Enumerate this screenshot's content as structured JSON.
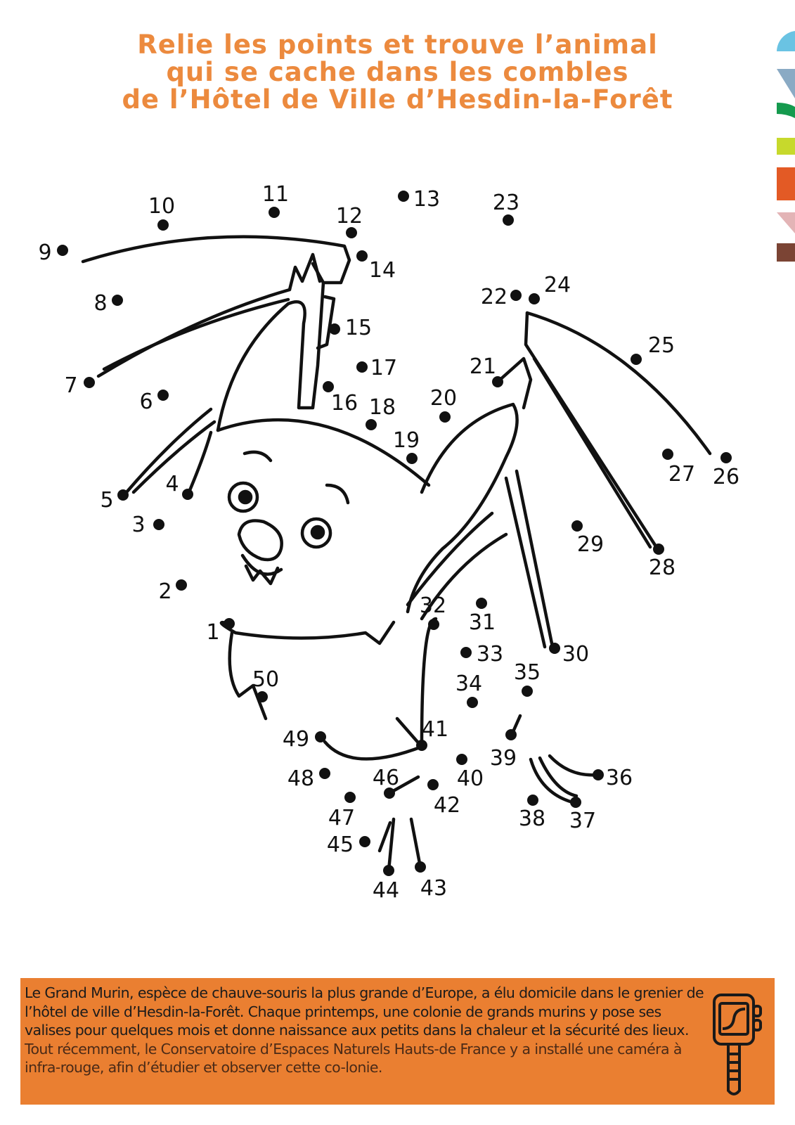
{
  "title": {
    "lines": [
      "Relie les points et trouve l’animal",
      "qui se cache dans les combles",
      "de l’Hôtel de Ville d’Hesdin-la-Forêt"
    ],
    "color": "#ec8a3e"
  },
  "side_tabs": {
    "colors": [
      "#6ac3e3",
      "#8aaac4",
      "#159a4e",
      "#c7d92c",
      "#e35a25",
      "#e3b4b6",
      "#7b4434"
    ]
  },
  "puzzle": {
    "dot_labels": [
      "1",
      "2",
      "3",
      "4",
      "5",
      "6",
      "7",
      "8",
      "9",
      "10",
      "11",
      "12",
      "13",
      "14",
      "15",
      "16",
      "17",
      "18",
      "19",
      "20",
      "21",
      "22",
      "23",
      "24",
      "25",
      "26",
      "27",
      "28",
      "29",
      "30",
      "31",
      "32",
      "33",
      "34",
      "35",
      "36",
      "37",
      "38",
      "39",
      "40",
      "41",
      "42",
      "43",
      "44",
      "45",
      "46",
      "47",
      "48",
      "49",
      "50"
    ]
  },
  "info_box": {
    "text_part1": "Le Grand Murin, espèce de chauve-souris la plus grande d’Europe, a élu domicile dans le grenier de l’hôtel de ville d’Hesdin-la-Forêt. Chaque printemps, une colonie de grands murins y pose ses valises pour quelques mois et donne naissance aux petits dans la chaleur et la sécurité des lieux.",
    "text_part2": " Tout récemment, le Conservatoire d’Espaces Naturels Hauts-de France y a installé une caméra à infra-rouge, afin d’étudier et observer cette co-lonie.",
    "icon": "camera-trap-icon",
    "background": "#ea7f31"
  }
}
